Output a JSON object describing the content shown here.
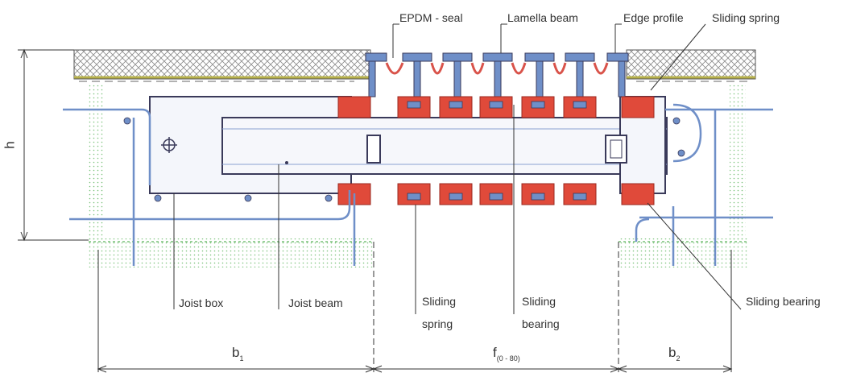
{
  "labels": {
    "epdm_seal": "EPDM - seal",
    "lamella_beam": "Lamella beam",
    "edge_profile": "Edge profile",
    "sliding_spring_top": "Sliding spring",
    "joist_box": "Joist box",
    "joist_beam": "Joist beam",
    "sliding_spring_bottom_1": "Sliding",
    "sliding_spring_bottom_2": "spring",
    "sliding_bearing_bottom_1": "Sliding",
    "sliding_bearing_bottom_2": "bearing",
    "sliding_bearing_right": "Sliding bearing"
  },
  "dimensions": {
    "height": "h",
    "b1_main": "b",
    "b1_sub": "1",
    "f_main": "f",
    "f_sub": "(0 - 80)",
    "b2_main": "b",
    "b2_sub": "2"
  },
  "colors": {
    "line": "#3a3a5a",
    "steel_blue": "#6f8fc8",
    "red_bearing": "#e04a3a",
    "seal_red": "#d9534a",
    "concrete_green": "#7ac27a",
    "hatch": "#8a8a8a"
  }
}
